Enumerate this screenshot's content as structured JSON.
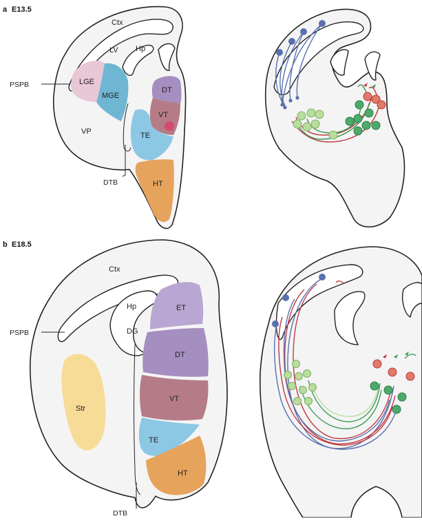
{
  "panel_a": {
    "letter": "a",
    "stage": "E13.5",
    "labels": {
      "ctx": "Ctx",
      "lv": "LV",
      "hp": "Hp",
      "lge": "LGE",
      "mge": "MGE",
      "dt": "DT",
      "vt": "VT",
      "te": "TE",
      "vp": "VP",
      "ht": "HT",
      "pspb": "PSPB",
      "dtb": "DTB"
    }
  },
  "panel_b": {
    "letter": "b",
    "stage": "E18.5",
    "labels": {
      "ctx": "Ctx",
      "hp": "Hp",
      "dg": "DG",
      "et": "ET",
      "dt": "DT",
      "vt": "VT",
      "te": "TE",
      "ht": "HT",
      "str": "Str",
      "pspb": "PSPB",
      "dtb": "DTB"
    }
  },
  "colors": {
    "lge": "#e8c7d6",
    "mge": "#6fb6d3",
    "dt": "#a58ec0",
    "vt": "#b57c87",
    "te": "#8cc7e4",
    "ht": "#e6a35c",
    "et": "#b9a6d2",
    "str": "#f7dc97",
    "axon_blue": "#5a6fae",
    "axon_red": "#c0393f",
    "axon_green": "#3f9a5a",
    "cell_light_green": "#b8dd9c"
  }
}
